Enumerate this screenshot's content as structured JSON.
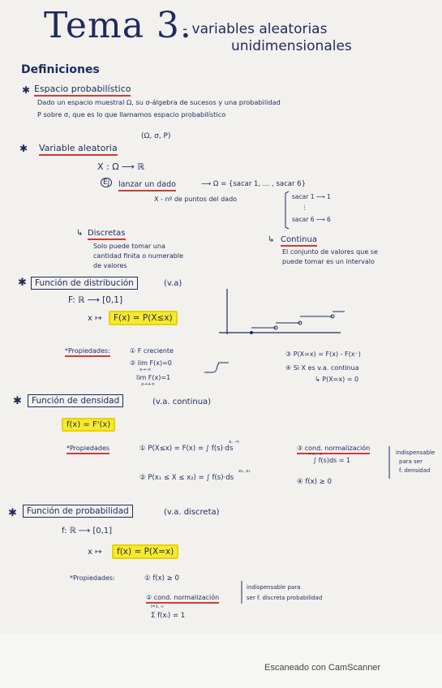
{
  "title": {
    "main": "Tema 3.",
    "subtitle_line1": "- variables aleatorias",
    "subtitle_line2": "unidimensionales"
  },
  "definiciones": {
    "heading": "Definiciones",
    "espacio": {
      "title": "Espacio probabilístico",
      "text_line1": "Dado un espacio muestral Ω, su σ-álgebra de sucesos y una probabilidad",
      "text_line2": "P sobre σ, que es lo que llamamos espacio probabilístico",
      "notation": "(Ω, σ, P)"
    },
    "variable": {
      "title": "Variable aleatoria",
      "map": "X : Ω ⟶ ℝ",
      "example_label": "Ej",
      "example_text": "lanzar un dado",
      "example_result": "⟶ Ω = {sacar 1, … , sacar 6}",
      "example_x": "X - nº de puntos del dado",
      "mapping_line1": "sacar 1 ⟶ 1",
      "mapping_line2": "⋮",
      "mapping_line3": "sacar 6 ⟶ 6",
      "discretas_title": "Discretas",
      "discretas_line1": "Solo puede tomar una",
      "discretas_line2": "cantidad finita o numerable",
      "discretas_line3": "de valores",
      "continua_title": "Continua",
      "continua_line1": "El conjunto de valores que se",
      "continua_line2": "puede tomar es un intervalo"
    }
  },
  "distribucion": {
    "title": "Función de distribución",
    "suffix": "(v.a)",
    "map": "F: ℝ ⟶ [0,1]",
    "arrow": "x ↦",
    "formula": "F(x) = P(X≤x)",
    "props_label": "*Propiedades:",
    "prop1": "① F creciente",
    "prop2a": "② lim F(x)=0",
    "prop2a_sub": "x→-∞",
    "prop2b": "lim F(x)=1",
    "prop2b_sub": "x→+∞",
    "prop3": "③ P(X=x) = F(x) - F(x⁻)",
    "prop4": "④ Si X es v.a. continua",
    "prop4b": "↳ P(X=x) = 0"
  },
  "densidad": {
    "title": "Función de densidad",
    "suffix": "(v.a. continua)",
    "formula": "f(x) = F'(x)",
    "props_label": "*Propiedades",
    "prop1": "① P(X≤x) = F(x) = ∫ f(s)·ds",
    "prop1_lim": "x, -∞",
    "prop2": "② P(x₁ ≤ X ≤ x₂) = ∫ f(s)·ds",
    "prop2_lim": "x₂, x₁",
    "prop3": "③ cond. normalización",
    "prop3_formula": "∫ f(s)ds = 1",
    "prop3_lim": "+∞, -∞",
    "prop4": "④ f(x) ≥ 0",
    "note_line1": "indispensable",
    "note_line2": "para ser",
    "note_line3": "f. densidad"
  },
  "probabilidad": {
    "title": "Función de probabilidad",
    "suffix": "(v.a. discreta)",
    "map": "f: ℝ ⟶ [0,1]",
    "arrow": "x ↦",
    "formula": "f(x) = P(X=x)",
    "props_label": "*Propiedades:",
    "prop1": "① f(x) ≥ 0",
    "prop2": "② cond. normalización",
    "prop2_formula": "Σ f(xᵢ) = 1",
    "prop2_lim": "i=1, ∞",
    "note_line1": "indispensable para",
    "note_line2": "ser f. discreta probabilidad"
  },
  "footer": "Escaneado con CamScanner",
  "colors": {
    "ink": "#1e2b5e",
    "underline": "#d23a3a",
    "highlight": "#f6ea2a"
  }
}
